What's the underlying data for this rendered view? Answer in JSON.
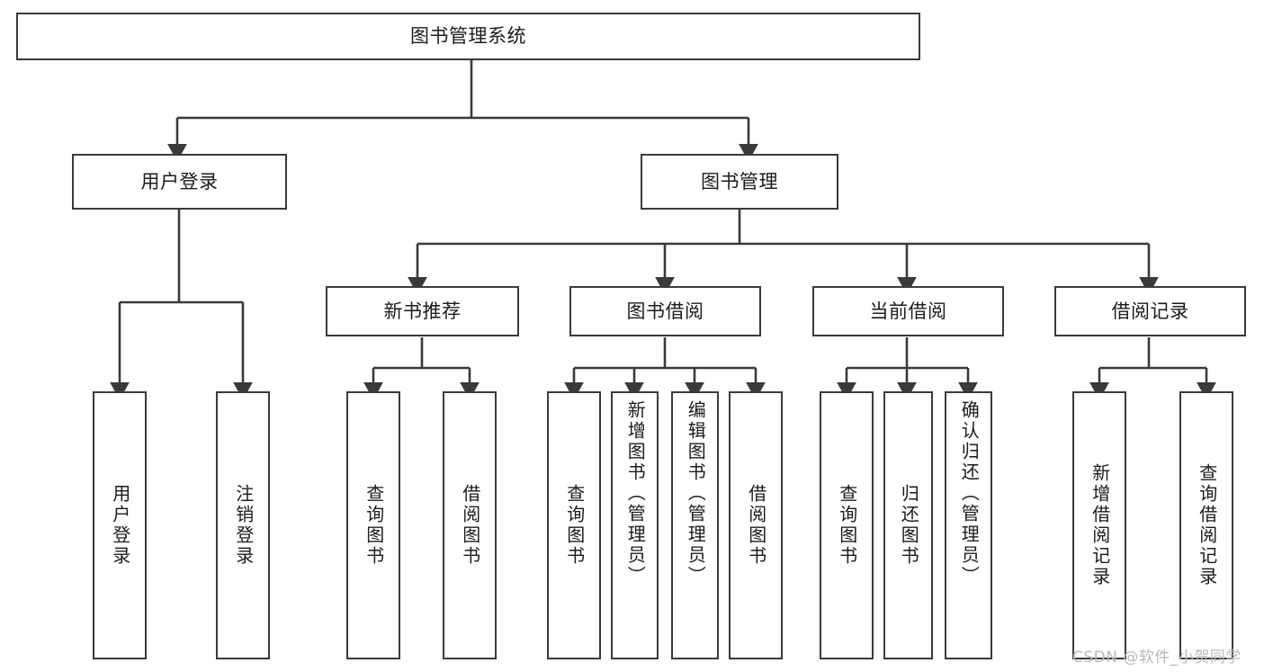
{
  "diagram": {
    "title": "图书管理系统",
    "type": "tree-structure-chart",
    "colors": {
      "background": "#ffffff",
      "border": "#3a3a3a",
      "line": "#3a3a3a",
      "text": "#1b1b1b",
      "watermark": "#b9b9b9"
    }
  },
  "root": {
    "label": "图书管理系统"
  },
  "level2": [
    {
      "label": "用户登录"
    },
    {
      "label": "图书管理"
    }
  ],
  "level3": [
    {
      "label": "新书推荐"
    },
    {
      "label": "图书借阅"
    },
    {
      "label": "当前借阅"
    },
    {
      "label": "借阅记录"
    }
  ],
  "leaves": {
    "user_login": [
      {
        "label": "用户登录"
      },
      {
        "label": "注销登录"
      }
    ],
    "new_book": [
      {
        "label": "查询图书"
      },
      {
        "label": "借阅图书"
      }
    ],
    "book_borrow": [
      {
        "label": "查询图书"
      },
      {
        "label": "新增图书（管理员）"
      },
      {
        "label": "编辑图书（管理员）"
      },
      {
        "label": "借阅图书"
      }
    ],
    "current_borrow": [
      {
        "label": "查询图书"
      },
      {
        "label": "归还图书"
      },
      {
        "label": "确认归还（管理员）"
      }
    ],
    "borrow_record": [
      {
        "label": "新增借阅记录"
      },
      {
        "label": "查询借阅记录"
      }
    ]
  },
  "watermark": {
    "text": "CSDN @软件_小贺同学"
  }
}
